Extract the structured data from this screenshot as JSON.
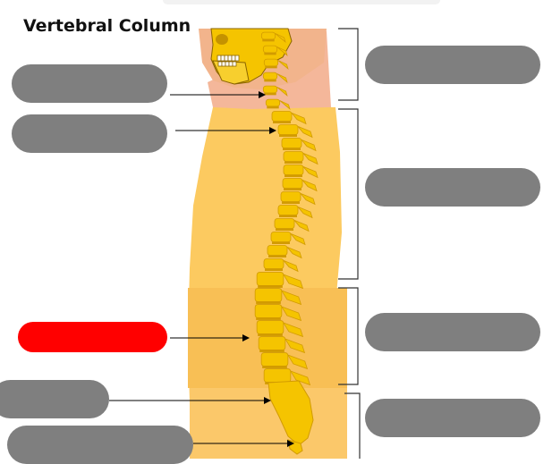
{
  "title": "Vertebral Column",
  "colors": {
    "label_box": "#7f7f7f",
    "label_box_active": "#ff0000",
    "skin_head": "#f2b48c",
    "skin_neck": "#f4b79a",
    "body_upper": "#fcca60",
    "body_lower": "#f6bc55",
    "bone": "#f5c400",
    "bone_dark": "#d29b00",
    "bracket": "#333333",
    "arrow": "#000000"
  },
  "left_labels": [
    {
      "id": "cervical-vertebrae-box",
      "text": "",
      "active": false
    },
    {
      "id": "thoracic-vertebrae-box",
      "text": "",
      "active": false
    },
    {
      "id": "lumbar-vertebrae-box",
      "text": "",
      "active": true
    },
    {
      "id": "sacrum-box",
      "text": "",
      "active": false
    },
    {
      "id": "coccyx-box",
      "text": "",
      "active": false
    }
  ],
  "right_labels": [
    {
      "id": "cervical-region-box",
      "text": ""
    },
    {
      "id": "thoracic-region-box",
      "text": ""
    },
    {
      "id": "lumbar-region-box",
      "text": ""
    },
    {
      "id": "sacral-region-box",
      "text": ""
    }
  ]
}
